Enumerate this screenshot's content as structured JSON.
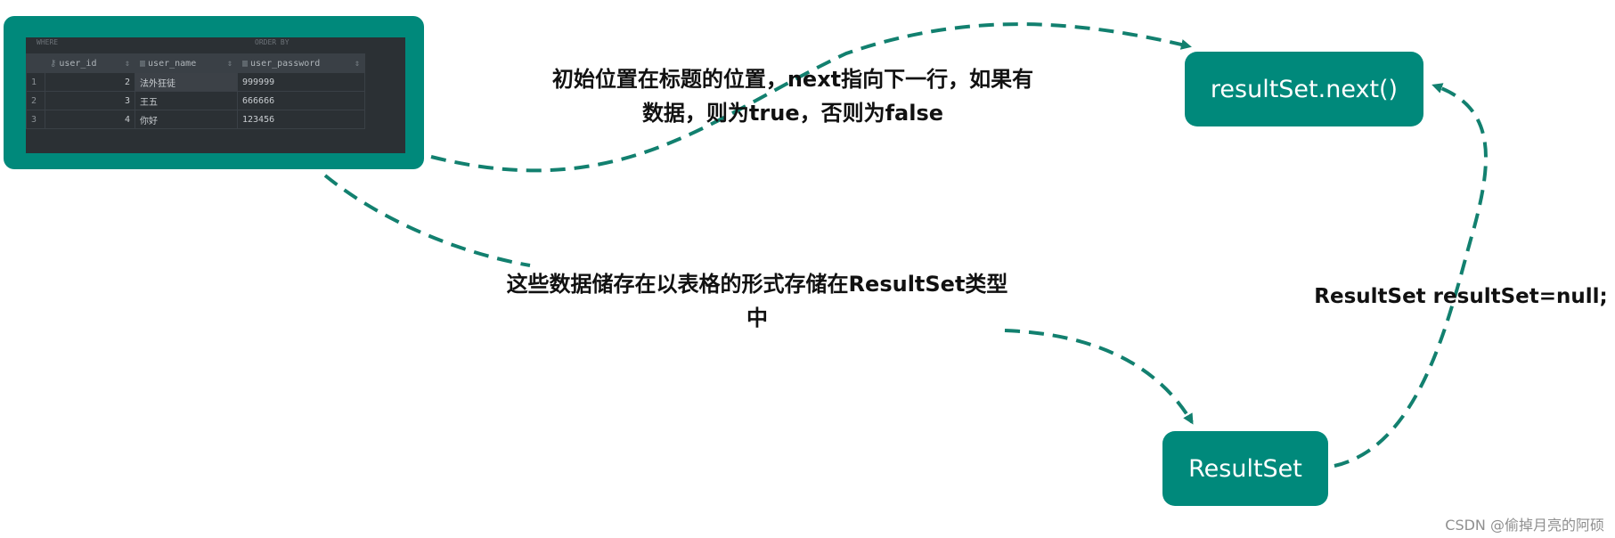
{
  "table_view": {
    "where_label": "WHERE",
    "order_by_label": "ORDER BY",
    "columns": [
      "user_id",
      "user_name",
      "user_password"
    ],
    "rows": [
      {
        "num": "1",
        "user_id": "2",
        "user_name": "法外狂徒",
        "user_password": "999999"
      },
      {
        "num": "2",
        "user_id": "3",
        "user_name": "王五",
        "user_password": "666666"
      },
      {
        "num": "3",
        "user_id": "4",
        "user_name": "你好",
        "user_password": "123456"
      }
    ]
  },
  "nodes": {
    "next": "resultSet.next()",
    "resultset": "ResultSet"
  },
  "labels": {
    "next_desc_line1": "初始位置在标题的位置，next指向下一行，如果有",
    "next_desc_line2": "数据，则为true，否则为false",
    "storage_line1": "这些数据储存在以表格的形式存储在ResultSet类型",
    "storage_line2": "中",
    "declaration": "ResultSet resultSet=null;"
  },
  "watermark": "CSDN @偷掉月亮的阿硕",
  "colors": {
    "accent": "#00897b",
    "arrow": "#12806f",
    "table_bg": "#2b3034"
  }
}
